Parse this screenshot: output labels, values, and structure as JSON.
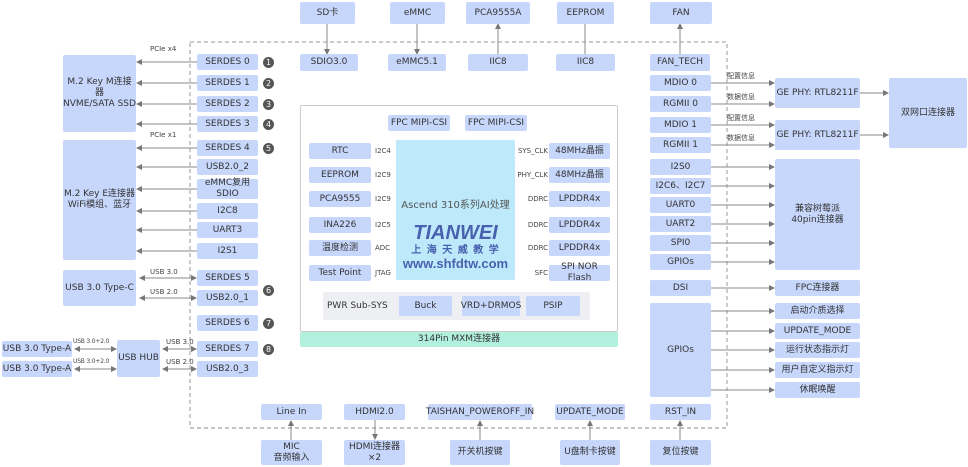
{
  "top": {
    "boxes": [
      "SD卡",
      "eMMC",
      "PCA9555A",
      "EEPROM",
      "FAN"
    ],
    "ifaces": [
      "SDIO3.0",
      "eMMC5.1",
      "IIC8",
      "IIC8",
      "FAN_TECH"
    ]
  },
  "left": {
    "m2m": "M.2 Key M连接器\nNVME/SATA SSD",
    "m2e": "M.2 Key E连接器\nWiFi模组、蓝牙",
    "typec": "USB 3.0 Type-C",
    "hub": "USB HUB",
    "typea": [
      "USB 3.0 Type-A",
      "USB 3.0 Type-A"
    ],
    "ports": [
      "SERDES 0",
      "SERDES 1",
      "SERDES 2",
      "SERDES 3",
      "SERDES 4",
      "USB2.0_2",
      "eMMC复用\nSDIO",
      "I2C8",
      "UART3",
      "I2S1",
      "SERDES 5",
      "USB2.0_1",
      "SERDES 6",
      "SERDES 7",
      "USB2.0_3"
    ],
    "numbers": [
      "1",
      "2",
      "3",
      "4",
      "5",
      "6",
      "7",
      "8"
    ],
    "labels": {
      "pcie4": "PCIe x4",
      "pcie1": "PCIe x1",
      "usb30": "USB 3.0",
      "usb20": "USB 2.0",
      "hub30": "USB 3.0",
      "hub20": "USB 2.0",
      "a1": "USB 3.0+2.0",
      "a2": "USB 3.0+2.0"
    }
  },
  "soc": {
    "fpc": [
      "FPC MIPI-CSI",
      "FPC MIPI-CSI"
    ],
    "chip": "Ascend 310系列AI处理",
    "left_periph": [
      "RTC",
      "EEPROM",
      "PCA9555",
      "INA226",
      "温度检测",
      "Test Point"
    ],
    "left_bus": [
      "I2C4",
      "I2C9",
      "I2C9",
      "I2C5",
      "ADC",
      "JTAG"
    ],
    "right_bus": [
      "SYS_CLK",
      "PHY_CLK",
      "DDRC",
      "DDRC",
      "DDRC",
      "SFC"
    ],
    "right_periph": [
      "48MHz晶振",
      "48MHz晶振",
      "LPDDR4x",
      "LPDDR4x",
      "LPDDR4x",
      "SPI NOR Flash"
    ],
    "pwr": {
      "label": "PWR Sub-SYS",
      "items": [
        "Buck",
        "VRD+DRMOS",
        "PSIP"
      ]
    },
    "mxm": "314Pin MXM连接器"
  },
  "right": {
    "ports": [
      "MDIO 0",
      "RGMII 0",
      "MDIO 1",
      "RGMII 1",
      "I2S0",
      "I2C6、I2C7",
      "UART0",
      "UART2",
      "SPI0",
      "GPIOs",
      "DSI",
      "GPIOs",
      "RST_IN"
    ],
    "line_labels": [
      "配置信息",
      "数据信息",
      "配置信息",
      "数据信息"
    ],
    "phy": [
      "GE PHY: RTL8211F",
      "GE PHY: RTL8211F"
    ],
    "eth": "双网口连接器",
    "pi": "兼容树莓派\n40pin连接器",
    "fpc": "FPC连接器",
    "gpio_targets": [
      "启动介质选择",
      "UPDATE_MODE",
      "运行状态指示灯",
      "用户自定义指示灯",
      "休眠唤醒"
    ]
  },
  "bottom": {
    "ifaces": [
      "Line In",
      "HDMI2.0",
      "TAISHAN_POWEROFF_IN",
      "UPDATE_MODE"
    ],
    "ext": [
      "MIC\n音频输入",
      "HDMI连接器\n×2",
      "开关机按键",
      "U盘制卡按键",
      "复位按键"
    ]
  },
  "watermark": {
    "logo": "TIANWEI",
    "cn": "上 海 天 威 教 学",
    "url": "www.shfdtw.com"
  }
}
